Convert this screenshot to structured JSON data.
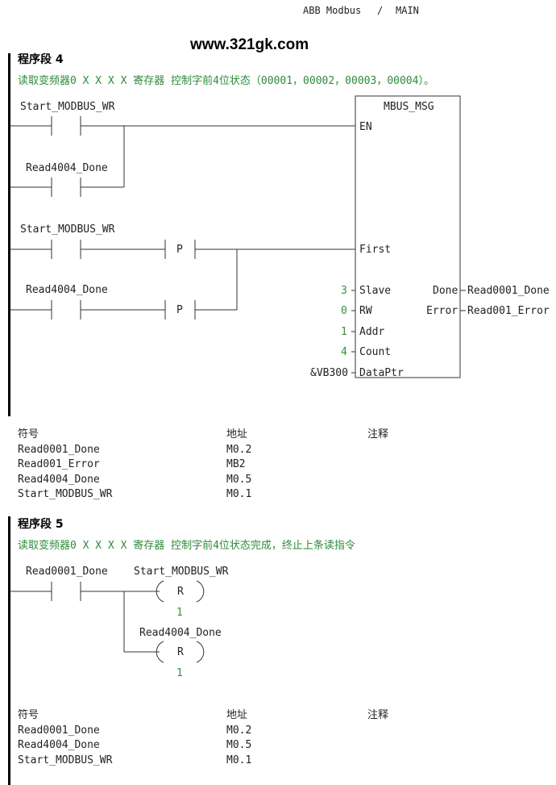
{
  "header": {
    "program": "ABB Modbus",
    "separator": "/",
    "block": "MAIN"
  },
  "watermark": "www.321gk.com",
  "network4": {
    "title": "程序段 4",
    "comment": "读取变频器0 X X X X 寄存器 控制字前4位状态（00001，00002，00003，00004）。",
    "contacts": [
      {
        "label": "Start_MODBUS_WR"
      },
      {
        "label": "Read4004_Done"
      },
      {
        "label": "Start_MODBUS_WR",
        "edge": "P"
      },
      {
        "label": "Read4004_Done",
        "edge": "P"
      }
    ],
    "block": {
      "name": "MBUS_MSG",
      "inputs": [
        {
          "pin": "EN",
          "value": ""
        },
        {
          "pin": "First",
          "value": ""
        },
        {
          "pin": "Slave",
          "value": "3"
        },
        {
          "pin": "RW",
          "value": "0"
        },
        {
          "pin": "Addr",
          "value": "1"
        },
        {
          "pin": "Count",
          "value": "4"
        },
        {
          "pin": "DataPtr",
          "value": "&VB300"
        }
      ],
      "outputs": [
        {
          "pin": "Done",
          "value": "Read0001_Done"
        },
        {
          "pin": "Error",
          "value": "Read001_Error"
        }
      ]
    },
    "symbols": {
      "headers": [
        "符号",
        "地址",
        "注释"
      ],
      "rows": [
        [
          "Read0001_Done",
          "M0.2",
          ""
        ],
        [
          "Read001_Error",
          "MB2",
          ""
        ],
        [
          "Read4004_Done",
          "M0.5",
          ""
        ],
        [
          "Start_MODBUS_WR",
          "M0.1",
          ""
        ]
      ]
    }
  },
  "network5": {
    "title": "程序段 5",
    "comment": "读取变频器0 X X X X 寄存器 控制字前4位状态完成，终止上条读指令",
    "contact": {
      "label": "Read0001_Done"
    },
    "coils": [
      {
        "label": "Start_MODBUS_WR",
        "type": "R",
        "count": "1"
      },
      {
        "label": "Read4004_Done",
        "type": "R",
        "count": "1"
      }
    ],
    "symbols": {
      "headers": [
        "符号",
        "地址",
        "注释"
      ],
      "rows": [
        [
          "Read0001_Done",
          "M0.2",
          ""
        ],
        [
          "Read4004_Done",
          "M0.5",
          ""
        ],
        [
          "Start_MODBUS_WR",
          "M0.1",
          ""
        ]
      ]
    }
  }
}
